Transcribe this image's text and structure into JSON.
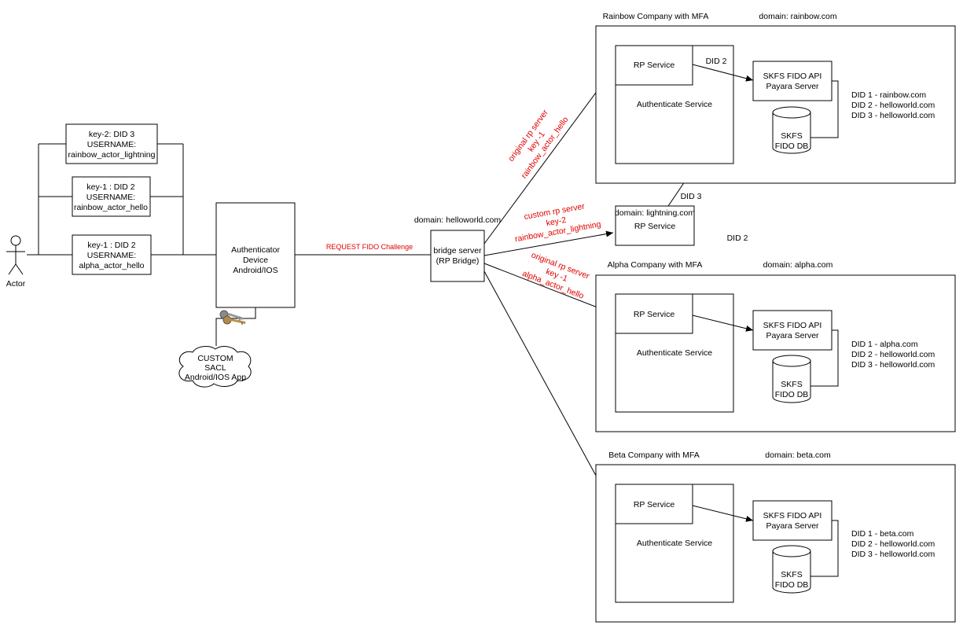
{
  "actor": {
    "label": "Actor"
  },
  "keys": {
    "key_rainbow_lightning": [
      "key-2: DID 3",
      "USERNAME:",
      "rainbow_actor_lightning"
    ],
    "key_rainbow_hello": [
      "key-1 : DID 2",
      "USERNAME:",
      "rainbow_actor_hello"
    ],
    "key_alpha_hello": [
      "key-1 : DID 2",
      "USERNAME:",
      "alpha_actor_hello"
    ]
  },
  "authenticator": [
    "Authenticator",
    "Device",
    "Android/IOS"
  ],
  "app_cloud": [
    "CUSTOM",
    "SACL",
    "Android/IOS App"
  ],
  "request_label": "REQUEST FIDO Challenge",
  "bridge": {
    "domain": "domain: helloworld.com",
    "lines": [
      "bridge server",
      "(RP Bridge)"
    ]
  },
  "lightning": {
    "domain": "domain: lightning.com",
    "service": "RP Service",
    "did_above": "DID 3",
    "did_right": "DID 2"
  },
  "edge_labels": {
    "rainbow": [
      "original rp server",
      "key -1",
      "rainbow_actor_hello"
    ],
    "lightning": [
      "custom rp server",
      "key-2",
      "rainbow_actor_lightning"
    ],
    "alpha": [
      "original rp server",
      "key -1",
      "alpha_actor_hello"
    ]
  },
  "companies": [
    {
      "title": "Rainbow Company with MFA",
      "domain": "domain: rainbow.com",
      "rp_service": "RP Service",
      "auth_service": "Authenticate Service",
      "did_edge": "DID 2",
      "fido_api": [
        "SKFS FIDO API",
        "Payara Server"
      ],
      "db": [
        "SKFS",
        "FIDO DB"
      ],
      "dids": [
        "DID 1 - rainbow.com",
        "DID 2 - helloworld.com",
        "DID 3 - helloworld.com"
      ]
    },
    {
      "title": "Alpha Company with MFA",
      "domain": "domain: alpha.com",
      "rp_service": "RP Service",
      "auth_service": "Authenticate Service",
      "did_edge": "",
      "fido_api": [
        "SKFS FIDO API",
        "Payara Server"
      ],
      "db": [
        "SKFS",
        "FIDO DB"
      ],
      "dids": [
        "DID 1 - alpha.com",
        "DID 2 - helloworld.com",
        "DID 3 - helloworld.com"
      ]
    },
    {
      "title": "Beta Company with MFA",
      "domain": "domain: beta.com",
      "rp_service": "RP Service",
      "auth_service": "Authenticate Service",
      "did_edge": "",
      "fido_api": [
        "SKFS FIDO API",
        "Payara Server"
      ],
      "db": [
        "SKFS",
        "FIDO DB"
      ],
      "dids": [
        "DID 1 - beta.com",
        "DID 2 - helloworld.com",
        "DID 3 - helloworld.com"
      ]
    }
  ],
  "colors": {
    "annotation": "#e00000",
    "stroke": "#000000"
  },
  "icons": {
    "keys": "keys-icon",
    "actor": "stick-figure-icon"
  }
}
